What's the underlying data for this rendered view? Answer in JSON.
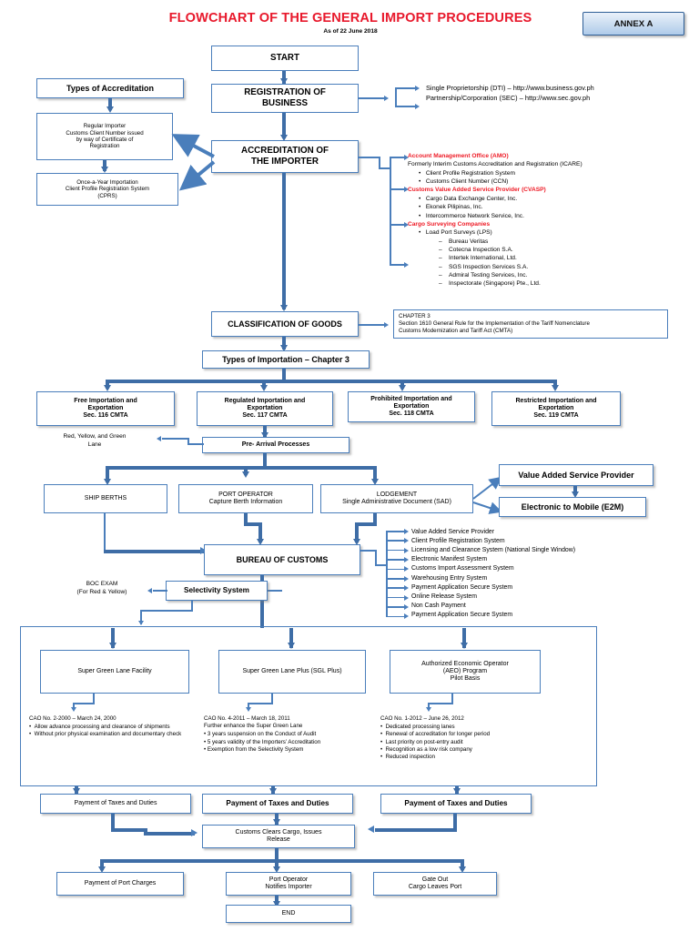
{
  "header": {
    "title": "FLOWCHART OF THE GENERAL IMPORT PROCEDURES",
    "subtitle": "As of 22 June 2018",
    "annex_label": "ANNEX A",
    "title_color": "#E8192C",
    "accent_color": "#4A7EBB"
  },
  "nodes": {
    "start": "START",
    "registration": "REGISTRATION OF\nBUSINESS",
    "types_of_accreditation": "Types of Accreditation",
    "regular_importer": "Regular Importer\nCustoms Client Number issued\nby way of Certificate of\nRegistration",
    "once_a_year": "Once-a-Year Importation\nClient Profile Registration System\n(CPRS)",
    "accreditation": "ACCREDITATION OF\nTHE IMPORTER",
    "classification": "CLASSIFICATION OF GOODS",
    "chapter3_box": "CHAPTER 3\nSection 1610 General Rule for the Implementation of the Tariff Nomenclature\nCustoms Modernization and Tariff Act (CMTA)",
    "types_of_importation": "Types of Importation – Chapter 3",
    "free_importation": "Free Importation and\nExportation\nSec. 116 CMTA",
    "regulated_importation": "Regulated Importation and\nExportation\nSec. 117 CMTA",
    "prohibited_importation": "Prohibited Importation and\nExportation\nSec. 118 CMTA",
    "restricted_importation": "Restricted Importation and\nExportation\nSec. 119 CMTA",
    "pre_arrival": "Pre- Arrival Processes",
    "lanes_note": "Red, Yellow, and  Green\nLane",
    "ship_berths": "SHIP BERTHS",
    "port_operator": "PORT OPERATOR\nCapture Berth Information",
    "lodgement": "LODGEMENT\nSingle Administrative Document (SAD)",
    "vasp": "Value Added Service Provider",
    "e2m": "Electronic to Mobile (E2M)",
    "bureau_of_customs": "BUREAU OF CUSTOMS",
    "selectivity": "Selectivity System",
    "boc_exam": "BOC EXAM\n(For Red & Yellow)",
    "sgl_facility": "Super Green Lane Facility",
    "sgl_plus": "Super Green Lane Plus (SGL Plus)",
    "aeo": "Authorized Economic Operator\n(AEO) Program\nPilot Basis",
    "payment_taxes_1": "Payment of Taxes and Duties",
    "payment_taxes_2": "Payment of Taxes and Duties",
    "payment_taxes_3": "Payment of Taxes and Duties",
    "customs_clears": "Customs Clears Cargo, Issues\nRelease",
    "payment_port_charges": "Payment of Port Charges",
    "port_operator_notifies": "Port Operator\nNotifies Importer",
    "gate_out": "Gate Out\nCargo Leaves Port",
    "end": "END"
  },
  "registration_links": [
    "Single Proprietorship (DTI) – http://www.business.gov.ph",
    "Partnership/Corporation (SEC) – http://www.sec.gov.ph"
  ],
  "accreditation_detail": {
    "amo_heading": "Account Management Office (AMO)",
    "amo_subheading": "Formerly Interim Customs Accreditation and Registration (ICARE)",
    "amo_items": [
      "Client Profile Registration System",
      "Customs Client Number (CCN)"
    ],
    "cvasp_heading": "Customs Value Added Service Provider (CVASP)",
    "cvasp_items": [
      "Cargo Data Exchange Center, Inc.",
      "Ekonek Pilipinas, Inc.",
      "Intercommerce Network Service, Inc."
    ],
    "csc_heading": "Cargo Surveying Companies",
    "csc_item": "Load Port Surveys (LPS)",
    "csc_subitems": [
      "Bureau Veritas",
      "Cotecna Inspection S.A.",
      "Intertek International, Ltd.",
      "SGS Inspection Services S.A.",
      "Admiral Testing Services, Inc.",
      "Inspectorate (Singapore) Pte., Ltd."
    ]
  },
  "boc_systems": [
    "Value Added Service Provider",
    "Client Profile Registration System",
    "Licensing and Clearance System (National Single Window)",
    "Electronic Manifest System",
    "Customs Import Assessment System",
    "Warehousing Entry System",
    "Payment Application Secure System",
    "Online Release System",
    "Non Cash Payment",
    "Payment Application Secure System"
  ],
  "cao_blocks": [
    {
      "heading": "CAO No. 2-2000 – March 24, 2000",
      "subheading": "",
      "items": [
        "Allow advance processing and clearance of shipments",
        "Without prior physical examination and documentary check"
      ]
    },
    {
      "heading": "CAO No. 4-2011 – March 18, 2011",
      "subheading": "Further enhance the Super Green Lane",
      "items": [
        "3 years suspension on the Conduct of Audit",
        "5 years validity of the Importers’ Accreditation",
        "Exemption from the Selectivity System"
      ]
    },
    {
      "heading": "CAO No. 1-2012 – June 26, 2012",
      "subheading": "",
      "items": [
        "Dedicated processing lanes",
        "Renewal of accreditation for longer period",
        "Last priority on post-entry audit",
        "Recognition as a low risk company",
        "Reduced inspection"
      ]
    }
  ]
}
